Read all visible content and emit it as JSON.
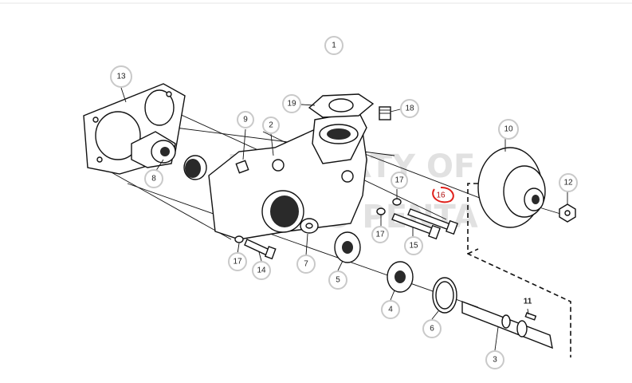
{
  "callouts": [
    {
      "id": "c1",
      "label": "1"
    },
    {
      "id": "c2",
      "label": "2"
    },
    {
      "id": "c3",
      "label": "3"
    },
    {
      "id": "c4",
      "label": "4"
    },
    {
      "id": "c5",
      "label": "5"
    },
    {
      "id": "c6",
      "label": "6"
    },
    {
      "id": "c7",
      "label": "7"
    },
    {
      "id": "c8",
      "label": "8"
    },
    {
      "id": "c9",
      "label": "9"
    },
    {
      "id": "c10",
      "label": "10"
    },
    {
      "id": "c11",
      "label": "11"
    },
    {
      "id": "c12",
      "label": "12"
    },
    {
      "id": "c13",
      "label": "13"
    },
    {
      "id": "c14",
      "label": "14"
    },
    {
      "id": "c15",
      "label": "15"
    },
    {
      "id": "c16",
      "label": "16"
    },
    {
      "id": "c17a",
      "label": "17"
    },
    {
      "id": "c17b",
      "label": "17"
    },
    {
      "id": "c17c",
      "label": "17"
    },
    {
      "id": "c18",
      "label": "18"
    },
    {
      "id": "c19",
      "label": "19"
    }
  ],
  "watermark": {
    "line1": "PROPERTY OF",
    "line2": "VOLVO PENTA"
  },
  "highlight_color": "#e0201a"
}
